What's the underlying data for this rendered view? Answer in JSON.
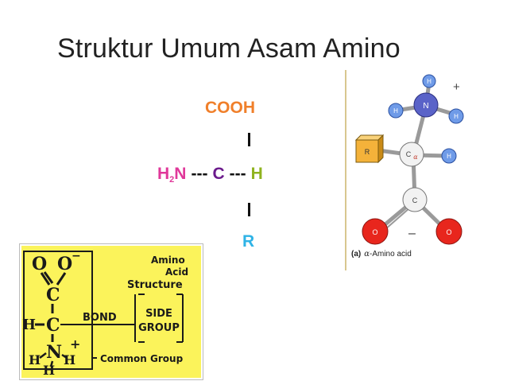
{
  "title": "Struktur Umum Asam Amino",
  "formula": {
    "top_group": "COOH",
    "amine": "H",
    "amine_sub": "2",
    "amine_tail": "N",
    "dash": "---",
    "alpha_carbon": "C",
    "hydrogen": "H",
    "side_chain": "R"
  },
  "diagram": {
    "nodes": {
      "n": "N",
      "h_top": "H",
      "h_left": "H",
      "h_right": "H",
      "c_alpha": "C",
      "c_alpha_sub": "α",
      "h_alpha": "H",
      "r": "R",
      "c_carboxyl": "C",
      "o_left": "O",
      "o_right": "O"
    },
    "plus": "+",
    "minus": "–",
    "caption_tag": "(a)",
    "caption_alpha": "α",
    "caption_text": "-Amino acid",
    "colors": {
      "nitrogen": "#5a63c8",
      "hydrogen": "#6f9be8",
      "carbon": "#f2f2f2",
      "oxygen": "#e8261d",
      "r_group": "#f4b23a"
    }
  },
  "yellow_card": {
    "o1": "O",
    "o2": "O",
    "o_minus": "−",
    "c_top": "C",
    "h_left": "H",
    "c_mid": "C",
    "n": "N",
    "h_n_left": "H",
    "h_n_right": "H",
    "h_bottom": "H",
    "plus": "+",
    "bond": "BOND",
    "side": "SIDE",
    "group": "GROUP",
    "amino": "Amino",
    "acid": "Acid",
    "structure": "Structure",
    "common": "Common Group",
    "colors": {
      "background": "#fbf35b",
      "ink": "#1a1a1a"
    }
  }
}
